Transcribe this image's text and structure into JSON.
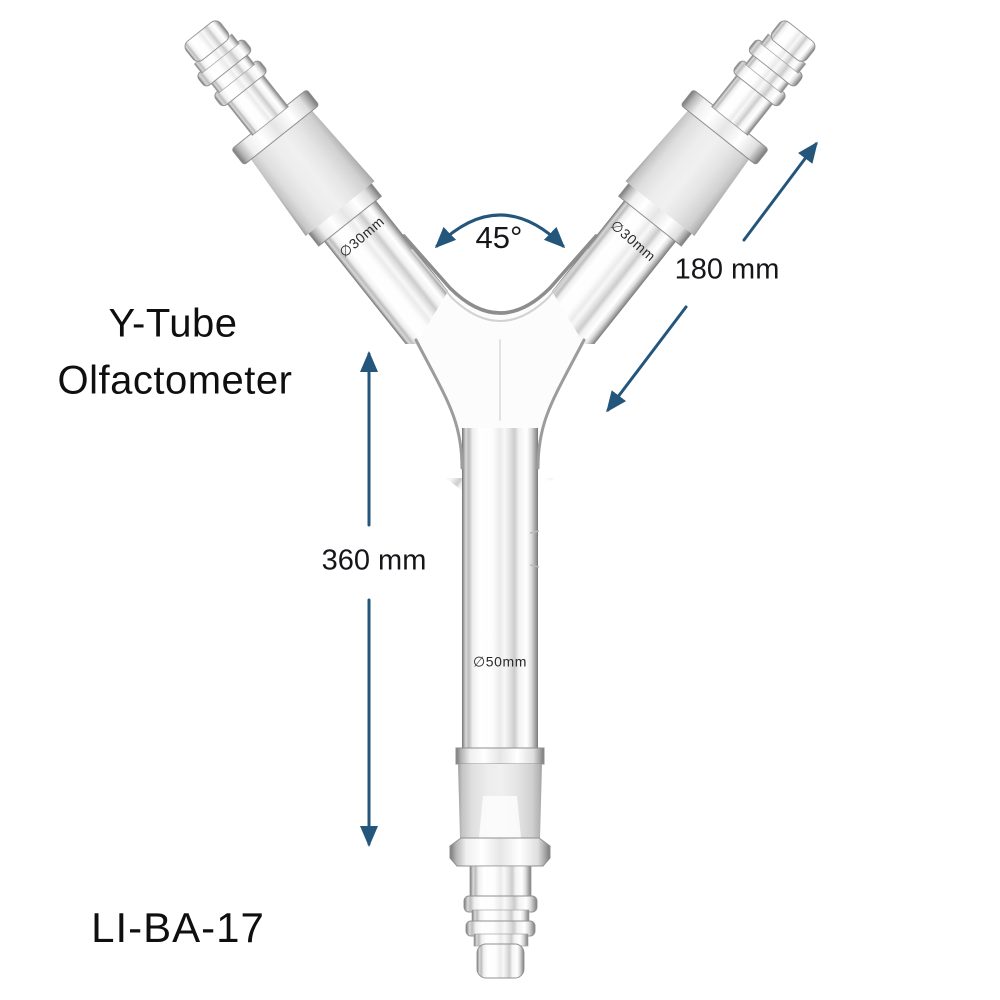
{
  "product": {
    "title_line1": "Y-Tube",
    "title_line2": "Olfactometer",
    "code": "LI-BA-17"
  },
  "dimensions": {
    "branch_angle": "45°",
    "arm_length": "180 mm",
    "body_length": "360 mm",
    "left_arm_diameter": "∅30mm",
    "right_arm_diameter": "∅30mm",
    "body_diameter": "∅50mm"
  },
  "colors": {
    "dimension_arrow": "#24567C",
    "label_text": "#141414",
    "background": "#FFFFFF"
  }
}
